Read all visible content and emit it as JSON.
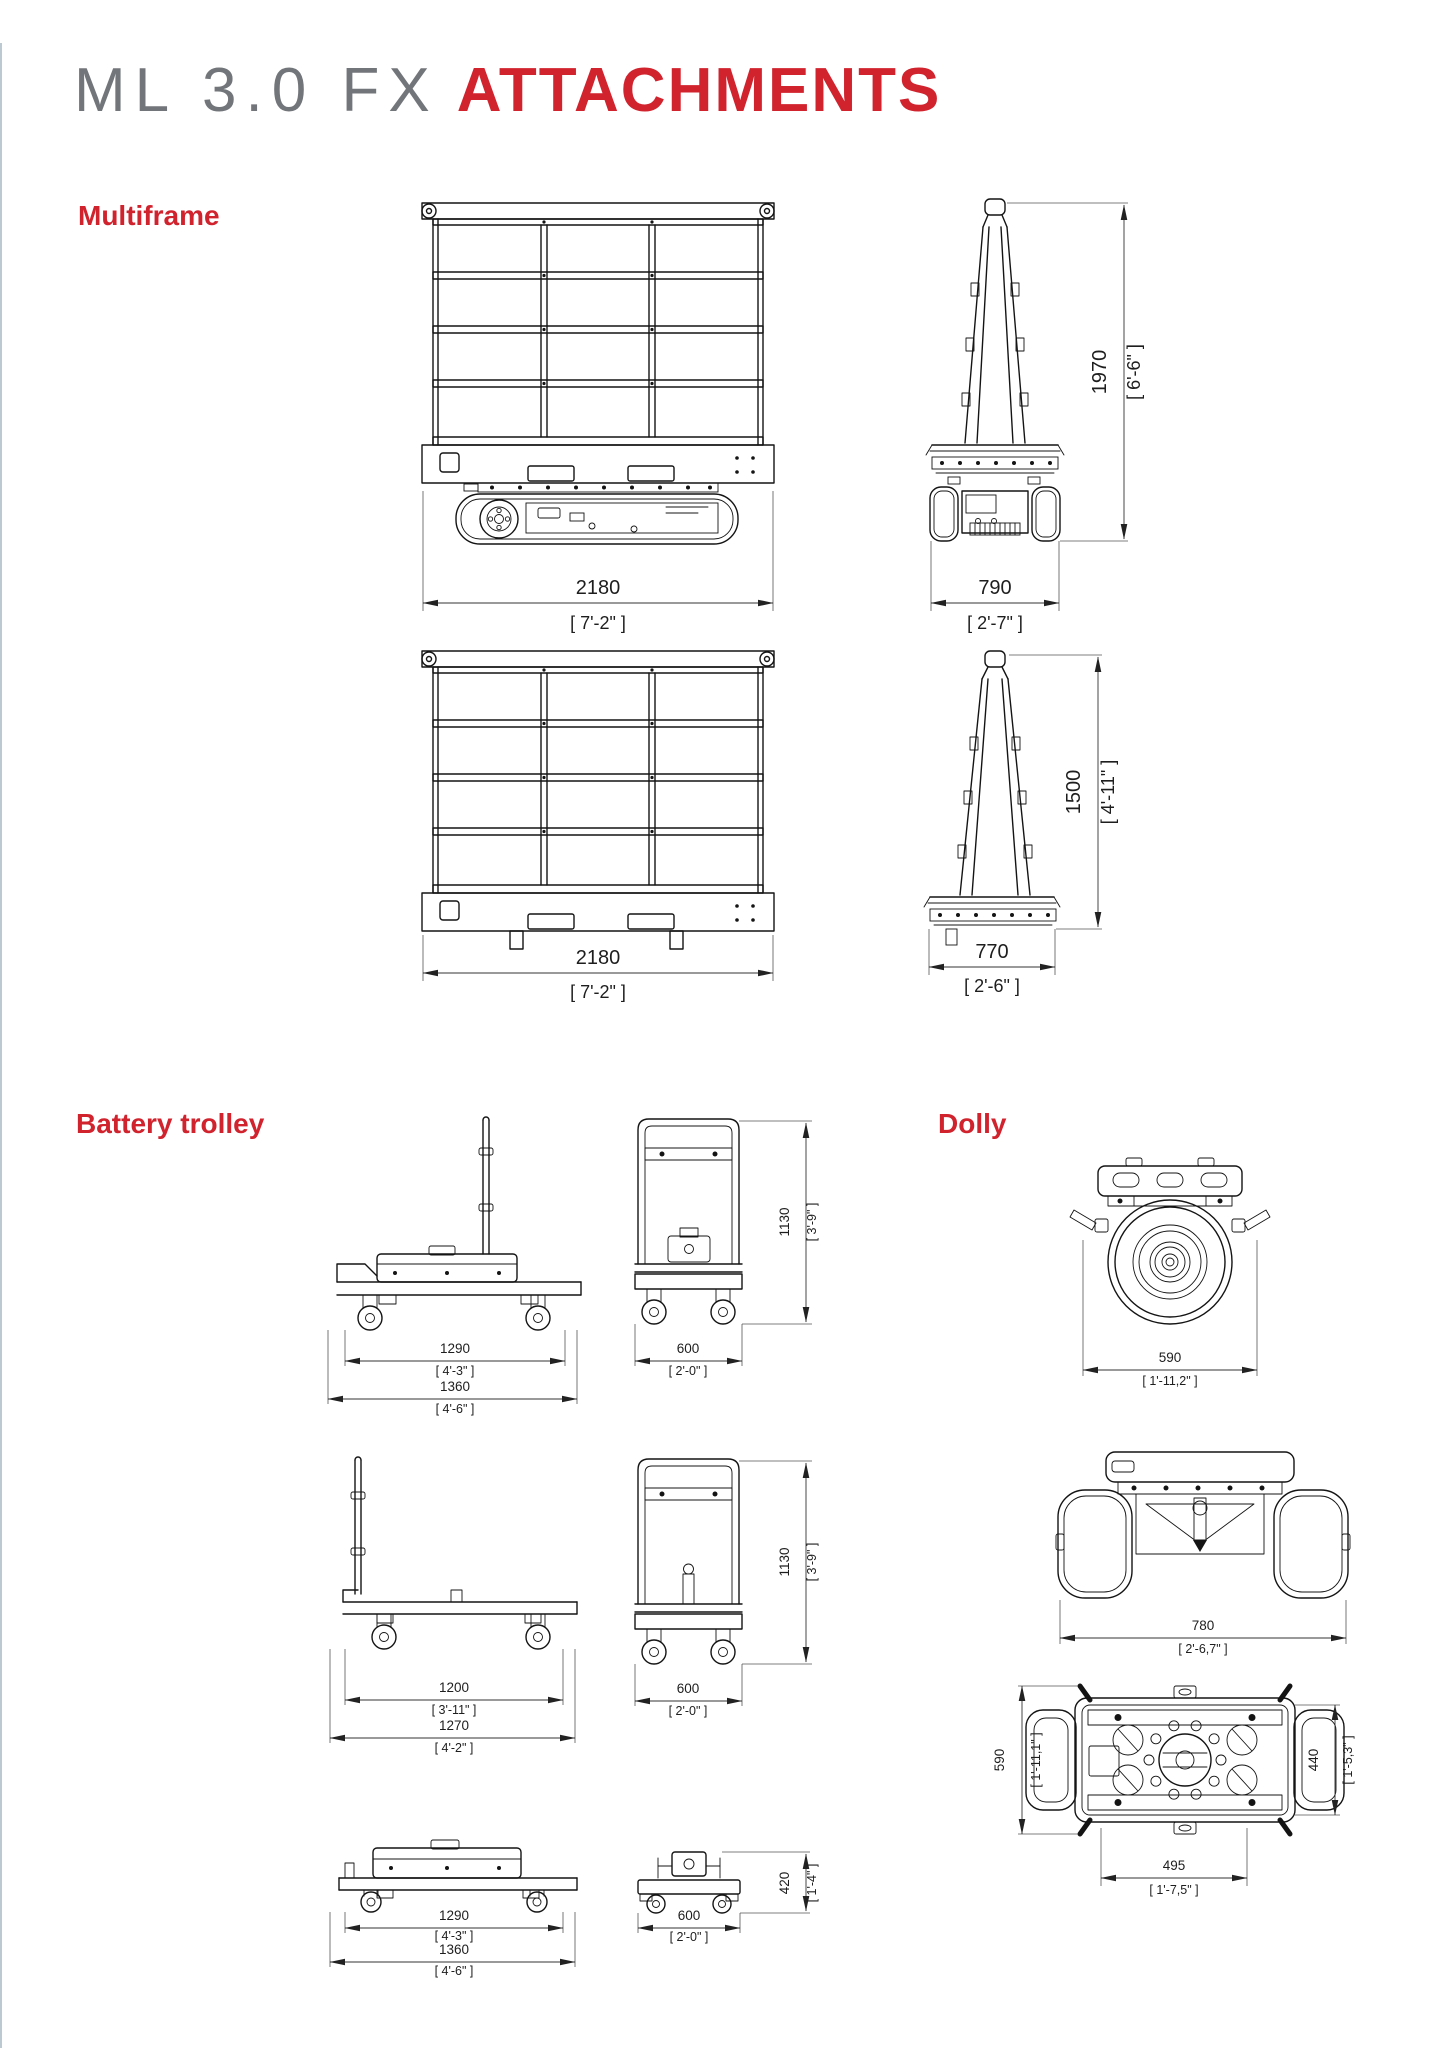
{
  "page": {
    "title": {
      "prefix": "ML 3.0 FX",
      "emphasis": "ATTACHMENTS"
    },
    "colors": {
      "accent_red": "#d0232e",
      "title_gray": "#72767a",
      "drawing_line": "#141414"
    }
  },
  "sections": {
    "multiframe": {
      "label": "Multiframe",
      "views": {
        "front_tracked": {
          "width_mm": "2180",
          "width_ft": "[ 7'-2\" ]"
        },
        "side_tracked": {
          "width_mm": "790",
          "width_ft": "[ 2'-7\" ]",
          "height_mm": "1970",
          "height_ft": "[ 6'-6\" ]"
        },
        "front_frame": {
          "width_mm": "2180",
          "width_ft": "[ 7'-2\" ]"
        },
        "side_frame": {
          "width_mm": "770",
          "width_ft": "[ 2'-6\" ]",
          "height_mm": "1500",
          "height_ft": "[ 4'-11\" ]"
        }
      }
    },
    "battery_trolley": {
      "label": "Battery trolley",
      "rows": [
        {
          "side": {
            "inner_mm": "1290",
            "inner_ft": "[ 4'-3\" ]",
            "outer_mm": "1360",
            "outer_ft": "[ 4'-6\" ]"
          },
          "front": {
            "width_mm": "600",
            "width_ft": "[ 2'-0\" ]",
            "height_mm": "1130",
            "height_ft": "[ 3'-9\" ]"
          }
        },
        {
          "side": {
            "inner_mm": "1200",
            "inner_ft": "[ 3'-11\" ]",
            "outer_mm": "1270",
            "outer_ft": "[ 4'-2\" ]"
          },
          "front": {
            "width_mm": "600",
            "width_ft": "[ 2'-0\" ]",
            "height_mm": "1130",
            "height_ft": "[ 3'-9\" ]"
          }
        },
        {
          "side": {
            "inner_mm": "1290",
            "inner_ft": "[ 4'-3\" ]",
            "outer_mm": "1360",
            "outer_ft": "[ 4'-6\" ]"
          },
          "front": {
            "width_mm": "600",
            "width_ft": "[ 2'-0\" ]",
            "height_mm": "420",
            "height_ft": "[ 1'-4\" ]"
          }
        }
      ]
    },
    "dolly": {
      "label": "Dolly",
      "views": {
        "wheel_front": {
          "width_mm": "590",
          "width_ft": "[ 1'-11,2\" ]"
        },
        "axle_rear": {
          "width_mm": "780",
          "width_ft": "[ 2'-6,7\" ]"
        },
        "top": {
          "width_mm": "495",
          "width_ft": "[ 1'-7,5\" ]",
          "height_left_mm": "590",
          "height_left_ft": "[ 1'-11,1\" ]",
          "height_right_mm": "440",
          "height_right_ft": "[ 1'-5,3\" ]"
        }
      }
    }
  }
}
